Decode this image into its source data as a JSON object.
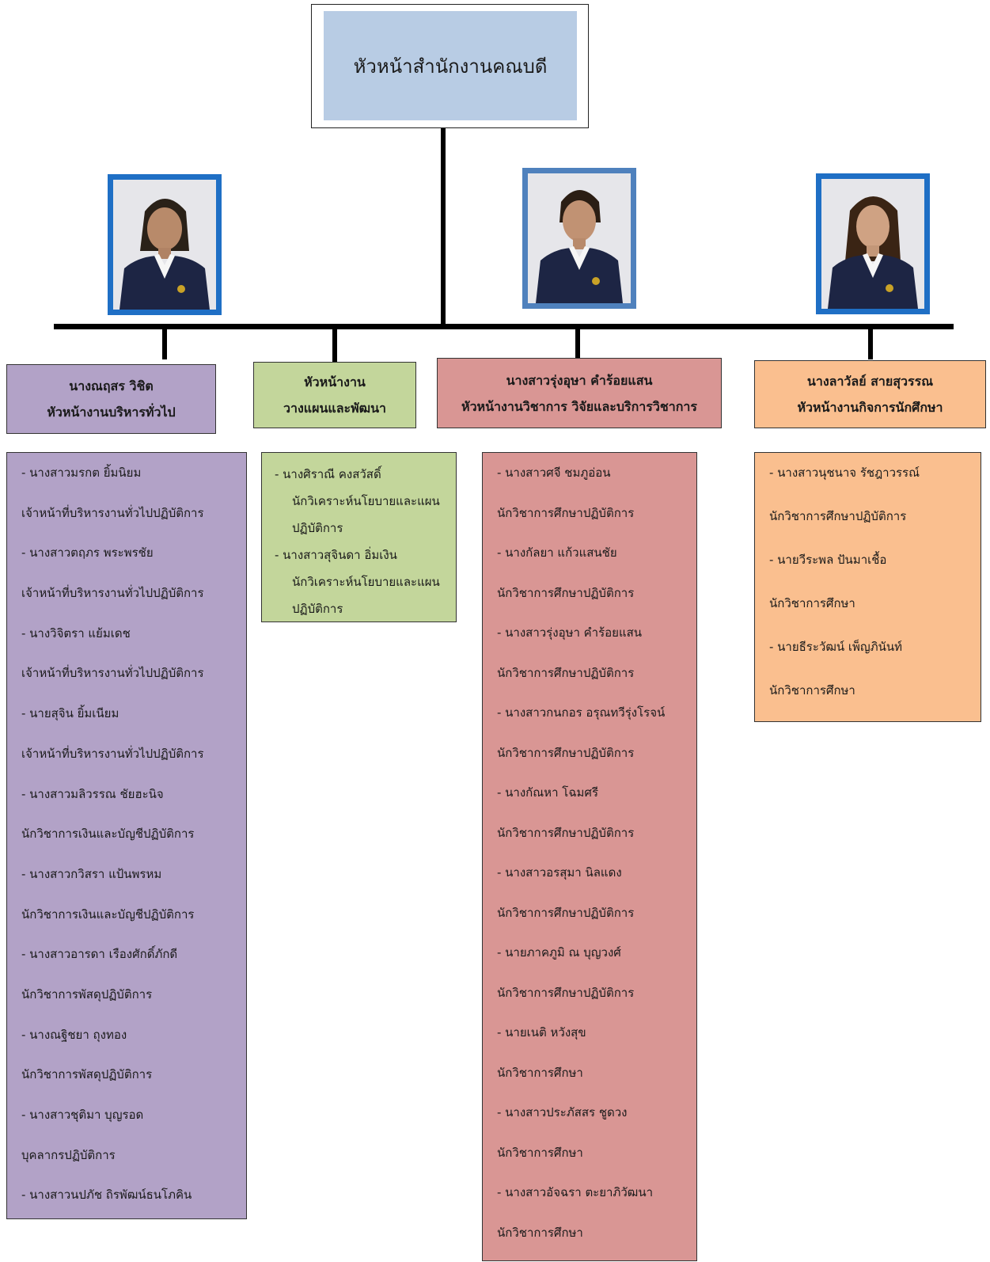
{
  "top": {
    "title": "หัวหน้าสำนักงานคณบดี"
  },
  "heads": [
    {
      "line1": "นางณฤสร  วิชิต",
      "line2": "หัวหน้างานบริหารทั่วไป"
    },
    {
      "line1": "หัวหน้างาน",
      "line2": "วางแผนและพัฒนา"
    },
    {
      "line1": "นางสาวรุ่งอุษา  คำร้อยแสน",
      "line2": "หัวหน้างานวิชาการ วิจัยและบริการวิชาการ"
    },
    {
      "line1": "นางลาวัลย์  สายสุวรรณ",
      "line2": "หัวหน้างานกิจการนักศึกษา"
    }
  ],
  "lists": {
    "general_admin": [
      "- นางสาวมรกต  ยิ้มนิยม",
      "เจ้าหน้าที่บริหารงานทั่วไปปฏิบัติการ",
      "-  นางสาวตฤภร  พระพรชัย",
      "เจ้าหน้าที่บริหารงานทั่วไปปฏิบัติการ",
      "-  นางวิจิตรา  แย้มเดช",
      "เจ้าหน้าที่บริหารงานทั่วไปปฏิบัติการ",
      "-  นายสุจิน  ยิ้มเนียม",
      "เจ้าหน้าที่บริหารงานทั่วไปปฏิบัติการ",
      "-  นางสาวมลิวรรณ  ชัยฮะนิจ",
      "นักวิชาการเงินและบัญชีปฏิบัติการ",
      "-  นางสาวกวิสรา  แป้นพรหม",
      "นักวิชาการเงินและบัญชีปฏิบัติการ",
      "-  นางสาวอารดา  เรืองศักดิ์ภักดี",
      "นักวิชาการพัสดุปฏิบัติการ",
      "-  นางณฐิชยา  ถุงทอง",
      "นักวิชาการพัสดุปฏิบัติการ",
      "-  นางสาวชุติมา  บุญรอด",
      "บุคลากรปฏิบัติการ",
      "-  นางสาวนปภัช  ถิรพัฒน์ธนโภคิน"
    ],
    "planning": [
      {
        "name": "-   นางศิราณี  คงสวัสดิ์",
        "position": "นักวิเคราะห์นโยบายและแผนปฏิบัติการ"
      },
      {
        "name": "-  นางสาวสุจินดา อิ่มเงิน",
        "position": "นักวิเคราะห์นโยบายและแผนปฏิบัติการ"
      }
    ],
    "academic": [
      "-  นางสาวศจี  ชมภูอ่อน",
      "นักวิชาการศึกษาปฏิบัติการ",
      "-  นางกัลยา  แก้วแสนชัย",
      "นักวิชาการศึกษาปฏิบัติการ",
      "-  นางสาวรุ่งอุษา  คำร้อยแสน",
      "นักวิชาการศึกษาปฏิบัติการ",
      "-  นางสาวกนกอร  อรุณทวีรุ่งโรจน์",
      "นักวิชาการศึกษาปฏิบัติการ",
      "-  นางกัณหา  โฉมศรี",
      "นักวิชาการศึกษาปฏิบัติการ",
      "-  นางสาวอรสุมา  นิลแดง",
      "นักวิชาการศึกษาปฏิบัติการ",
      "-  นายภาคภูมิ  ณ  บุญวงศ์",
      "นักวิชาการศึกษาปฏิบัติการ",
      "-  นายเนติ  หวังสุข",
      "นักวิชาการศึกษา",
      "-  นางสาวประภัสสร  ชูดวง",
      "นักวิชาการศึกษา",
      "-  นางสาวอัจฉรา  ตะยาภิวัฒนา",
      "นักวิชาการศึกษา"
    ],
    "student_affairs": [
      "-  นางสาวนุชนาจ  รัชฎาวรรณ์",
      "นักวิชาการศึกษาปฏิบัติการ",
      "-  นายวีระพล  ปันมาเชื้อ",
      "นักวิชาการศึกษา",
      "-  นายธีระวัฒน์  เพ็ญภินันท์",
      "นักวิชาการศึกษา"
    ]
  },
  "colors": {
    "top_box": "#b8cce4",
    "purple": "#b2a2c7",
    "green": "#c3d69b",
    "red": "#d99694",
    "orange": "#fabf8f",
    "photo_border": "#1f6fc5"
  }
}
